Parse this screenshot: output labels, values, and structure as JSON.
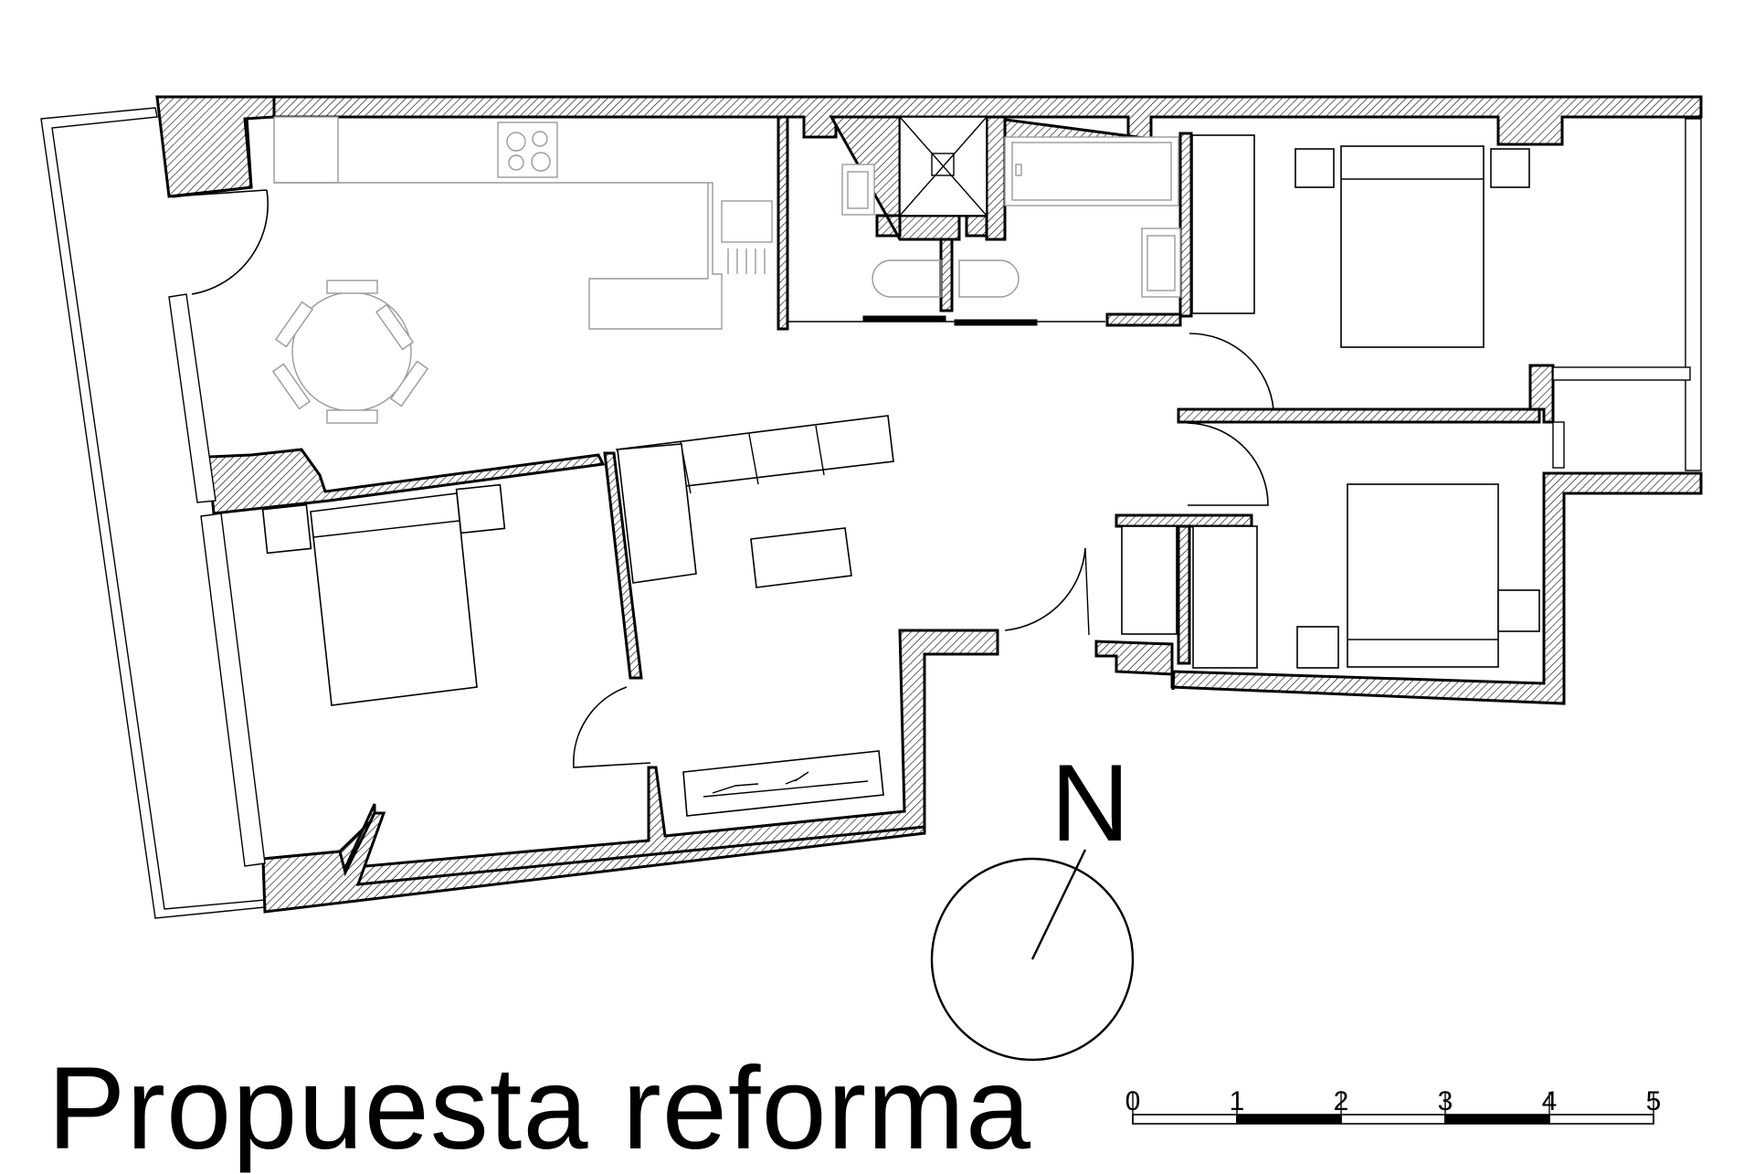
{
  "title": "Propuesta reforma",
  "north_label": "N",
  "scale_bar": {
    "labels": [
      "0",
      "1",
      "2",
      "3",
      "4",
      "5"
    ]
  },
  "colors": {
    "ink": "#000000",
    "furniture_grey": "#9a9a9a",
    "background": "#ffffff"
  }
}
